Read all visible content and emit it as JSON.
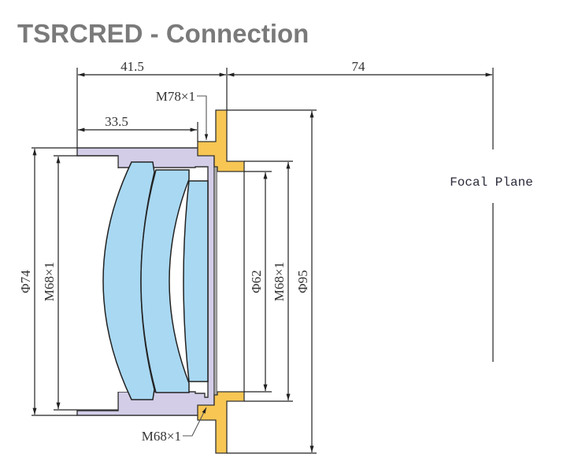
{
  "title": "TSRCRED - Connection",
  "colors": {
    "lens_glass": "#a9d8f2",
    "lens_barrel": "#d3cde8",
    "adapter": "#f8c653",
    "line": "#222222",
    "title": "#7a7a7a"
  },
  "dimensions": {
    "overall_length": "41.5",
    "barrel_length": "33.5",
    "back_focus": "74",
    "mount_thread_top": "M78×1",
    "mount_thread_bottom": "M68×1",
    "barrel_diameter": "Φ74",
    "front_thread": "M68×1",
    "inner_diameter": "Φ62",
    "rear_thread": "M68×1",
    "flange_diameter": "Φ95"
  },
  "labels": {
    "focal_plane": "Focal Plane"
  }
}
